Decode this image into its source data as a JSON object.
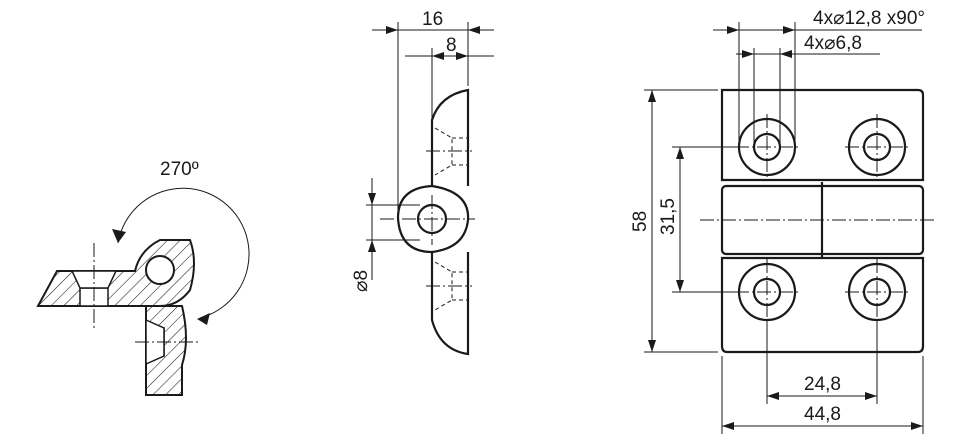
{
  "rotation_label": "270º",
  "side_view": {
    "width_overall": "16",
    "width_leaf": "8",
    "pin_diameter": "⌀8"
  },
  "front_view": {
    "countersink_callout": "4x⌀12,8 x90°",
    "hole_callout": "4x⌀6,8",
    "height_overall": "58",
    "hole_spacing_vertical": "31,5",
    "hole_spacing_horizontal": "24,8",
    "width_overall": "44,8"
  }
}
